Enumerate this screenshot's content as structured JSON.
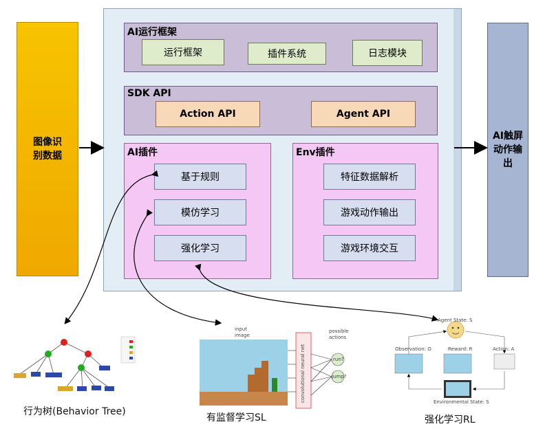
{
  "input_box": {
    "label_line1": "图像识",
    "label_line2": "别数据"
  },
  "output_box": {
    "label_line1": "AI触屏",
    "label_line2": "动作输",
    "label_line3": "出"
  },
  "runtime": {
    "title": "AI运行框架",
    "items": [
      "运行框架",
      "插件系统",
      "日志模块"
    ]
  },
  "sdk": {
    "title": "SDK API",
    "items": [
      "Action API",
      "Agent API"
    ]
  },
  "ai_plugin": {
    "title": "AI插件",
    "items": [
      "基于规则",
      "模仿学习",
      "强化学习"
    ]
  },
  "env_plugin": {
    "title": "Env插件",
    "items": [
      "特征数据解析",
      "游戏动作输出",
      "游戏环境交互"
    ]
  },
  "behavior_tree": {
    "caption": "行为树(Behavior Tree)"
  },
  "supervised": {
    "caption": "有监督学习SL",
    "input_label_1": "input",
    "input_label_2": "image",
    "cnn_label": "convolutional neural net",
    "actions_label_1": "possible",
    "actions_label_2": "actions",
    "action_run": "run?",
    "action_jump": "jump?"
  },
  "reinforcement": {
    "caption": "强化学习RL",
    "agent_state": "Agent State: S",
    "observation": "Observation: O",
    "reward": "Reward: R",
    "action": "Action: A",
    "env_state": "Environmental State: S"
  },
  "colors": {
    "input": "#f3b800",
    "output": "#a6b5d2",
    "section": "#c9bdd7",
    "pink": "#f5c7f5",
    "main": "#e3edf6"
  }
}
